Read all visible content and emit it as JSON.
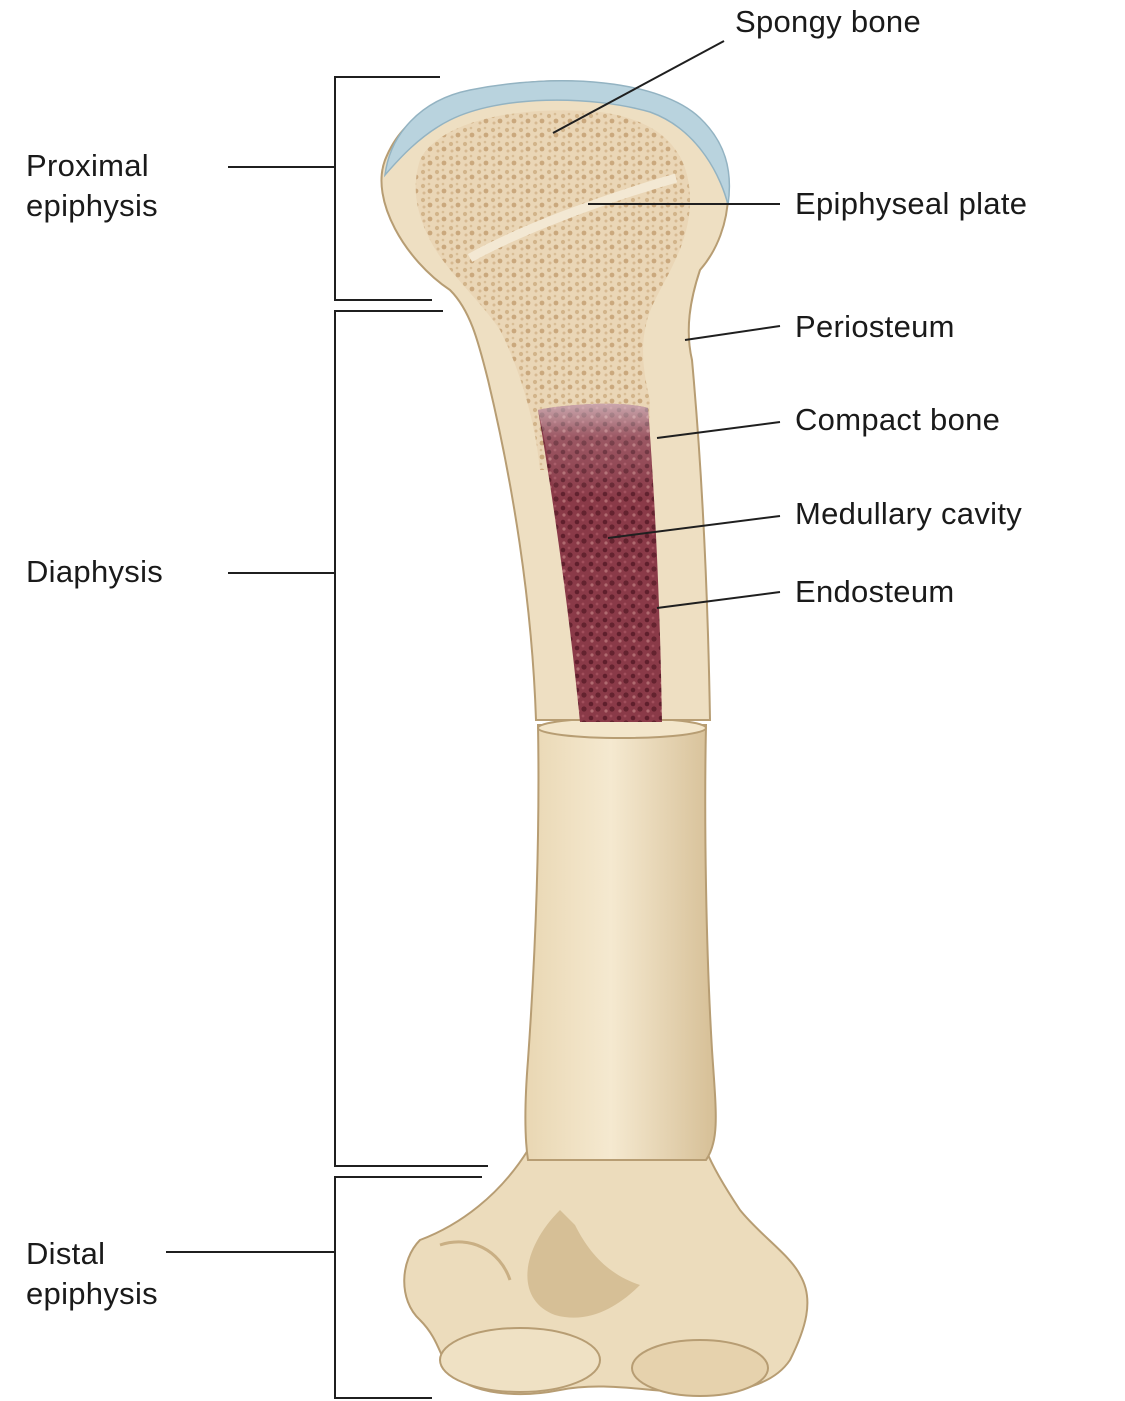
{
  "labels": {
    "spongy_bone": "Spongy bone",
    "epiphyseal_plate": "Epiphyseal plate",
    "periosteum": "Periosteum",
    "compact_bone": "Compact bone",
    "medullary_cavity": "Medullary cavity",
    "endosteum": "Endosteum",
    "proximal_epiphysis": [
      "Proximal",
      "epiphysis"
    ],
    "diaphysis": "Diaphysis",
    "distal_epiphysis": [
      "Distal",
      "epiphysis"
    ]
  },
  "colors": {
    "bone": "#ecdcbc",
    "bone_shadow": "#d9c39b",
    "cartilage": "#b9d3de",
    "spongy": "#e7cfae",
    "marrow": "#7e2f3f",
    "lines": "#2a2a2a"
  }
}
